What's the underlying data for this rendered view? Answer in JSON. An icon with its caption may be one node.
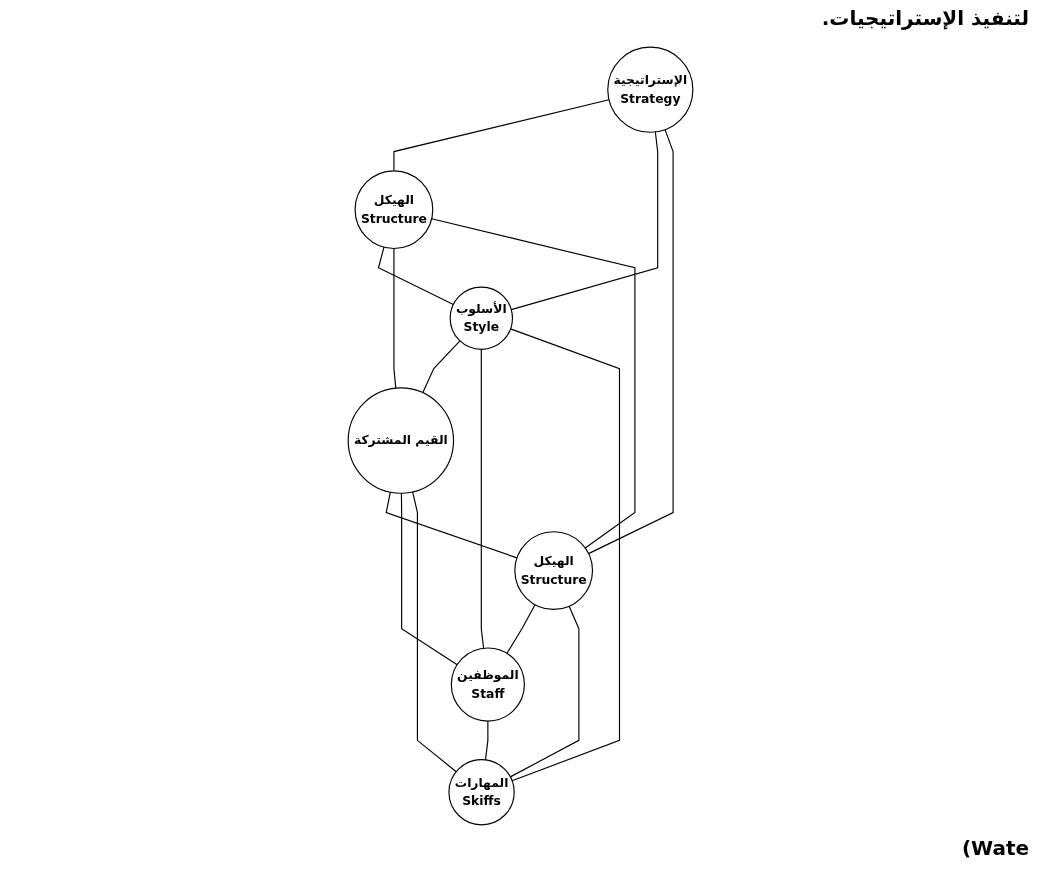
{
  "diagram": {
    "nodes": [
      {
        "text": [
          "الإستراتيجية",
          "Strategy"
        ]
      },
      {
        "text": [
          "الهيكل",
          "Structure"
        ]
      },
      {
        "text": [
          "الأسلوب",
          "Style"
        ]
      },
      {
        "text": [
          "القيم المشتركة"
        ]
      },
      {
        "text": [
          "الهيكل",
          "Structure"
        ]
      },
      {
        "text": [
          "الموظفين",
          "Staff"
        ]
      },
      {
        "text": [
          "المهارات",
          "Skiffs"
        ]
      }
    ],
    "edges": [
      {
        "from": 0,
        "to": 1,
        "arrow": "none"
      },
      {
        "from": 0,
        "to": 2,
        "arrow": "none"
      },
      {
        "from": 0,
        "to": 4,
        "arrow": "none"
      },
      {
        "from": 1,
        "to": 2,
        "arrow": "none"
      },
      {
        "from": 1,
        "to": 3,
        "arrow": "none"
      },
      {
        "from": 1,
        "to": 4,
        "arrow": "none"
      },
      {
        "from": 2,
        "to": 3,
        "arrow": "none"
      },
      {
        "from": 2,
        "to": 5,
        "arrow": "none"
      },
      {
        "from": 2,
        "to": 6,
        "arrow": "none"
      },
      {
        "from": 3,
        "to": 4,
        "arrow": "none"
      },
      {
        "from": 3,
        "to": 5,
        "arrow": "none"
      },
      {
        "from": 3,
        "to": 6,
        "arrow": "none"
      },
      {
        "from": 4,
        "to": 5,
        "arrow": "none"
      },
      {
        "from": 4,
        "to": 6,
        "arrow": "none"
      },
      {
        "from": 5,
        "to": 6,
        "arrow": "none"
      }
    ],
    "labels": [
      "لتنفيذ الإستراتيجيات.",
      "(Wate"
    ]
  }
}
